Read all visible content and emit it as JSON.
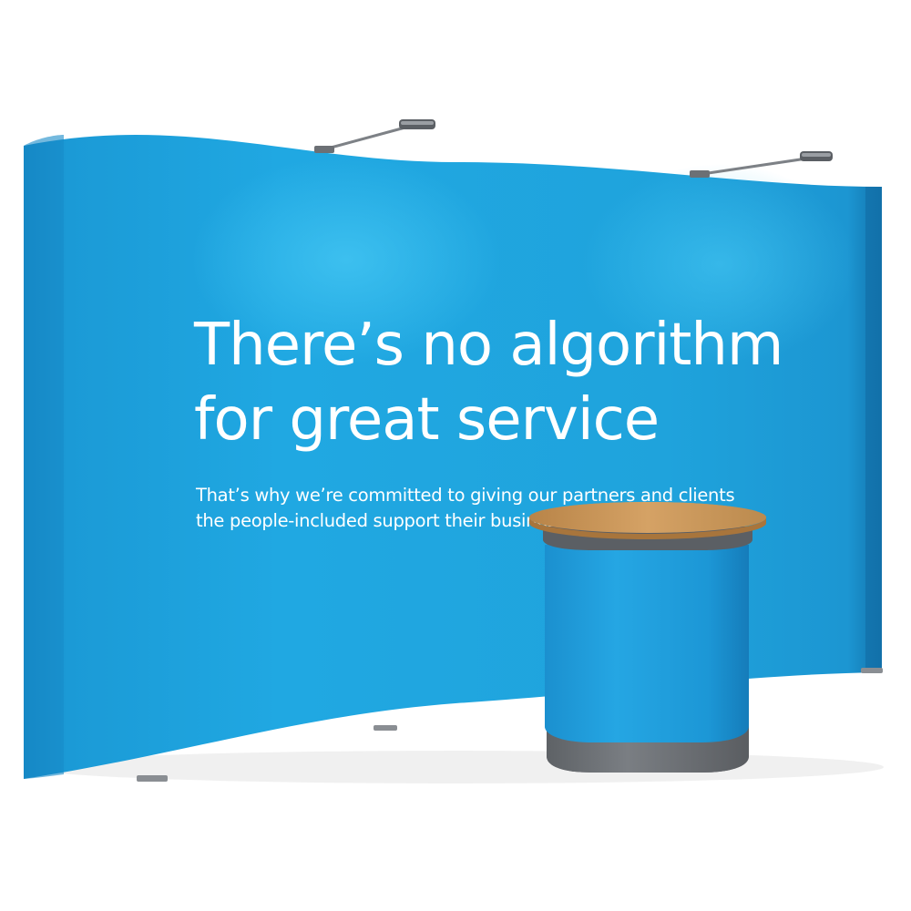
{
  "display": {
    "headline": {
      "line1": "There’s no algorithm",
      "line2": "for great service"
    },
    "subline": {
      "line1": "That’s why we’re committed to giving our partners and clients",
      "line2": "the people-included support their businesses need"
    },
    "colors": {
      "background": "#ffffff",
      "wall_fabric": "#1ea4dc",
      "wall_highlight": "#3cc0f0",
      "text": "#ffffff",
      "counter_top": "#c9955a",
      "counter_trim": "#6e7276"
    },
    "parts": [
      "curved-popup-wall",
      "spotlight-left",
      "spotlight-right",
      "wall-feet",
      "promo-counter"
    ]
  }
}
